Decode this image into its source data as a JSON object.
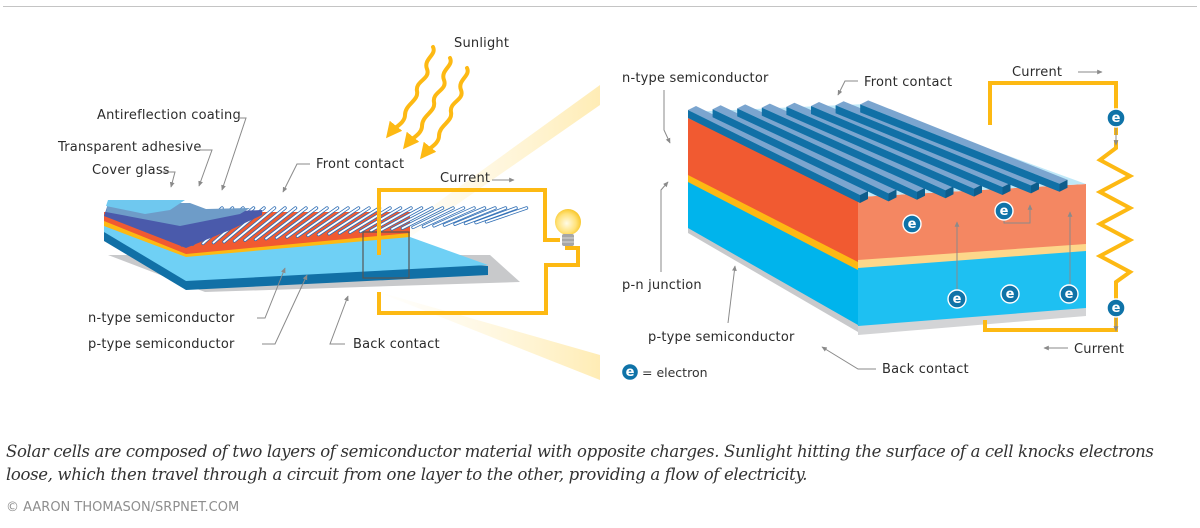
{
  "left_diagram": {
    "labels": {
      "sunlight": "Sunlight",
      "antireflection_coating": "Antireflection coating",
      "transparent_adhesive": "Transparent adhesive",
      "cover_glass": "Cover glass",
      "front_contact": "Front contact",
      "current": "Current",
      "n_type": "n-type semiconductor",
      "p_type": "p-type semiconductor",
      "back_contact": "Back contact"
    }
  },
  "right_diagram": {
    "labels": {
      "n_type": "n-type semiconductor",
      "front_contact": "Front contact",
      "current_top": "Current",
      "pn_junction": "p-n junction",
      "p_type": "p-type semiconductor",
      "back_contact": "Back contact",
      "current_bottom": "Current"
    },
    "electron_symbol": "e",
    "legend": {
      "symbol": "e",
      "text": "= electron"
    }
  },
  "colors": {
    "sun_yellow": "#fdb913",
    "n_layer": "#f15a31",
    "n_layer_face": "#f48762",
    "junction": "#fdd78a",
    "p_layer": "#00b4ec",
    "p_layer_face": "#1ec0f2",
    "contact_blue": "#1170a6",
    "back_contact": "#c8c9cb",
    "electron": "#0f73a8"
  },
  "caption": "Solar cells are composed of two layers of semiconductor material with opposite charges. Sunlight hitting the surface of a cell knocks electrons loose, which then travel through a circuit from one layer to the other, providing a flow of electricity.",
  "credit": "© AARON THOMASON/SRPNET.COM"
}
